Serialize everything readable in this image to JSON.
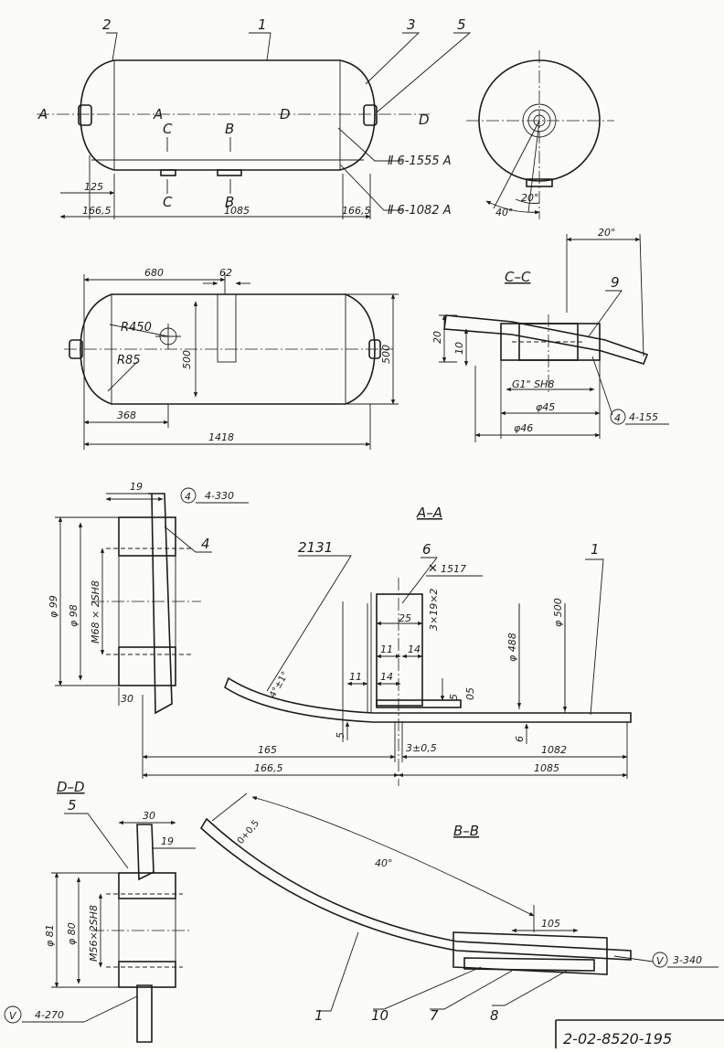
{
  "colors": {
    "ink": "#1c1c1c",
    "paper": "#fbfbf8"
  },
  "view_main": {
    "callouts": [
      "2",
      "1",
      "3",
      "5"
    ],
    "section_letters": {
      "a_left": "A",
      "a_mid": "A",
      "d_mid": "D",
      "d_right": "D",
      "c_top": "C",
      "c_bot": "C",
      "b_top": "B",
      "b_bot": "B"
    },
    "weld_notes": [
      "Ⅱ 6-1555 A",
      "Ⅱ 6-1082 A"
    ],
    "dims": {
      "d125": "125",
      "d1665_l": "166,5",
      "d1085": "1085",
      "d1665_r": "166,5"
    }
  },
  "view_end": {
    "angle_20": "20°",
    "angle_40": "40°"
  },
  "view_top": {
    "dims": {
      "d680": "680",
      "d62": "62",
      "r450": "R450",
      "r85": "R85",
      "d500_in": "500",
      "d500_out": "500",
      "d368": "368",
      "d1418": "1418"
    }
  },
  "section_cc": {
    "title": "C–C",
    "callout": "9",
    "dims": {
      "angle": "20°",
      "d20": "20",
      "d10": "10",
      "thread": "G1\" SH8",
      "d45": "φ45",
      "d46": "φ46"
    },
    "weld": {
      "symbol": "4",
      "note": "4-155"
    }
  },
  "detail_4": {
    "callout": "4",
    "dims": {
      "d19": "19",
      "d99": "φ 99",
      "d98": "φ 98",
      "thread": "M68 × 2SH8",
      "d30": "30"
    },
    "weld": {
      "symbol": "4",
      "note": "4-330"
    }
  },
  "section_aa": {
    "title": "A–A",
    "callouts": {
      "c2131": "2131",
      "c6": "6",
      "c1": "1"
    },
    "weld_mark": "1517",
    "dims": {
      "d25": "25",
      "d11": "11",
      "d14": "14",
      "d11b": "11",
      "d14b": "14",
      "chamfer": "4°±1°",
      "d5": "5",
      "d05": "05",
      "d3x19": "3×19×2",
      "d488": "φ 488",
      "d500": "φ 500",
      "d5b": "5",
      "d6": "6",
      "d165": "165",
      "gap": "3±0,5",
      "d1082": "1082",
      "d1665": "166,5",
      "d1085": "1085"
    }
  },
  "section_dd": {
    "title": "D–D",
    "callout": "5",
    "dims": {
      "d30": "30",
      "d19": "19",
      "d81": "φ 81",
      "d80": "φ 80",
      "thread": "M56×2SH8"
    },
    "weld": {
      "symbol": "V",
      "note": "4-270"
    }
  },
  "section_bb": {
    "title": "B–B",
    "callouts": [
      "1",
      "10",
      "7",
      "8"
    ],
    "dims": {
      "angle": "40°",
      "d105": "105",
      "gap": "0+0,5"
    },
    "weld": {
      "symbol": "V",
      "note": "3-340"
    }
  },
  "title_block": {
    "doc_number": "2-02-8520-195"
  }
}
